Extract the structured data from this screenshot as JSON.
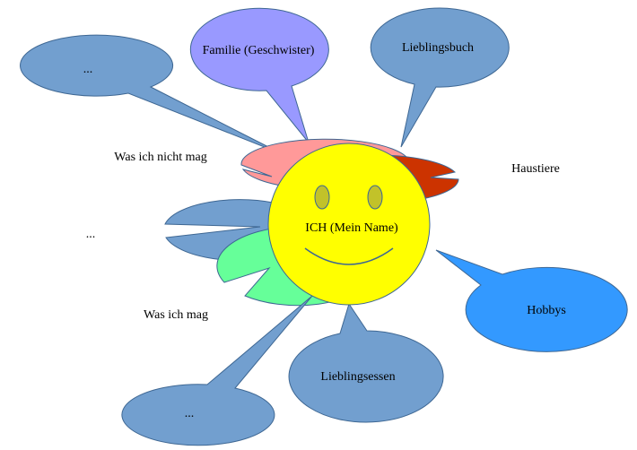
{
  "center": {
    "label": "ICH (Mein Name)",
    "color": "#ffff00",
    "stroke": "#3e6793",
    "eye_color": "#c2c229"
  },
  "bubbles": [
    {
      "id": "top-left-dots",
      "label": "...",
      "color": "#729fcf"
    },
    {
      "id": "familie",
      "label": "Familie (Geschwister)",
      "color": "#9999ff"
    },
    {
      "id": "lieblingsbuch",
      "label": "Lieblingsbuch",
      "color": "#729fcf"
    },
    {
      "id": "was-ich-nicht-mag",
      "label": "Was ich nicht mag",
      "color": "#ff9999"
    },
    {
      "id": "haustiere",
      "label": "Haustiere",
      "color": "#cc3300"
    },
    {
      "id": "middle-left-dots",
      "label": "...",
      "color": "#729fcf"
    },
    {
      "id": "was-ich-mag",
      "label": "Was ich mag",
      "color": "#66ff99"
    },
    {
      "id": "hobbys",
      "label": "Hobbys",
      "color": "#3399ff"
    },
    {
      "id": "lieblingsessen",
      "label": "Lieblingsessen",
      "color": "#729fcf"
    },
    {
      "id": "bottom-dots",
      "label": "...",
      "color": "#729fcf"
    }
  ]
}
